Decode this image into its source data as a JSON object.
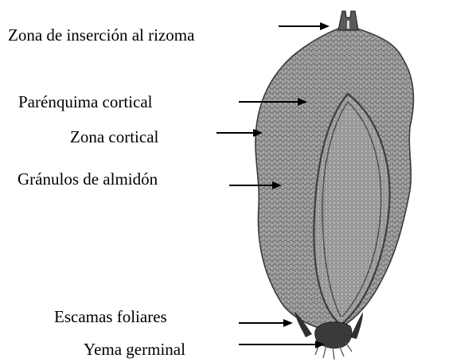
{
  "labels": {
    "insertion_zone": "Zona de inserción al rizoma",
    "cortical_parenchyma": "Parénquima cortical",
    "cortical_zone": "Zona cortical",
    "starch_granules": "Gránulos de almidón",
    "leaf_scales": "Escamas foliares",
    "germinal_bud": "Yema germinal"
  },
  "colors": {
    "text": "#000000",
    "arrow": "#000000",
    "tuber_fill": "#8c8c8c",
    "tuber_texture": "#5a5a5a",
    "tuber_outline": "#3a3a3a",
    "base_dark": "#2a2a2a"
  }
}
